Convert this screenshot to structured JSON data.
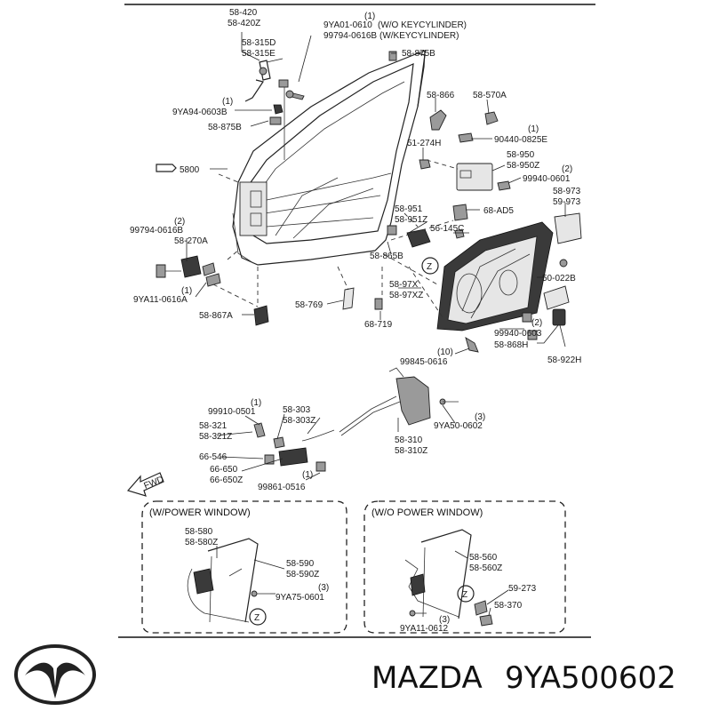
{
  "diagram": {
    "labels": {
      "l58420": "58-420",
      "l58420z": "58-420Z",
      "l58315d": "58-315D",
      "l58315e": "58-315E",
      "qty1_top": "(1)",
      "l9ya01": "9YA01-0610",
      "wo_keycyl": "(W/O KEYCYLINDER)",
      "l99794b": "99794-0616B",
      "w_keycyl": "(W/KEYCYLINDER)",
      "l58875b_top": "58-875B",
      "qty1_9ya94": "(1)",
      "l9ya94": "9YA94-0603B",
      "l58875b_left": "58-875B",
      "l58866": "58-866",
      "l58570a": "58-570A",
      "qty1_90440": "(1)",
      "l90440": "90440-0825E",
      "l51274h": "51-274H",
      "l5800": "5800",
      "l58950": "58-950",
      "l58950z": "58-950Z",
      "qty2_99940": "(2)",
      "l99940_0601": "99940-0601",
      "l58973": "58-973",
      "l59973": "59-973",
      "qty2_99794": "(2)",
      "l99794_0616b": "99794-0616B",
      "l58270a": "58-270A",
      "l58951": "58-951",
      "l58951z": "58-951Z",
      "l68ad5": "68-AD5",
      "l56145c": "56-145C",
      "l58865b": "58-865B",
      "qty1_9ya11": "(1)",
      "l9ya11_top": "9YA11-0616A",
      "l5897x": "58-97X",
      "l5897xz": "58-97XZ",
      "l50022b": "50-022B",
      "l58867a": "58-867A",
      "l58769": "58-769",
      "l68719": "68-719",
      "qty2_99940b": "(2)",
      "l99940_0603": "99940-0603",
      "l58868h": "58-868H",
      "qty10": "(10)",
      "l99845": "99845-0616",
      "l58922h": "58-922H",
      "qty1_99910": "(1)",
      "l99910": "99910-0501",
      "l58303": "58-303",
      "l58303z": "58-303Z",
      "l58321": "58-321",
      "l58321z": "58-321Z",
      "qty3_9ya50": "(3)",
      "l9ya50": "9YA50-0602",
      "l66546": "66-546",
      "l58310": "58-310",
      "l58310z": "58-310Z",
      "l66650": "66-650",
      "l66650z": "66-650Z",
      "qty1_99861": "(1)",
      "l99861": "99861-0516",
      "fwd": "FWD",
      "z1": "Z",
      "z2": "Z",
      "z3": "Z"
    },
    "box_left": {
      "title": "(W/POWER WINDOW)",
      "l58580": "58-580",
      "l58580z": "58-580Z",
      "l58590": "58-590",
      "l58590z": "58-590Z",
      "qty3": "(3)",
      "l9ya75": "9YA75-0601"
    },
    "box_right": {
      "title": "(W/O POWER WINDOW)",
      "l58560": "58-560",
      "l58560z": "58-560Z",
      "l59273": "59-273",
      "l58370": "58-370",
      "qty3": "(3)",
      "l9ya11": "9YA11-0612"
    }
  },
  "footer": {
    "brand": "MAZDA",
    "part_number": "9YA500602"
  }
}
